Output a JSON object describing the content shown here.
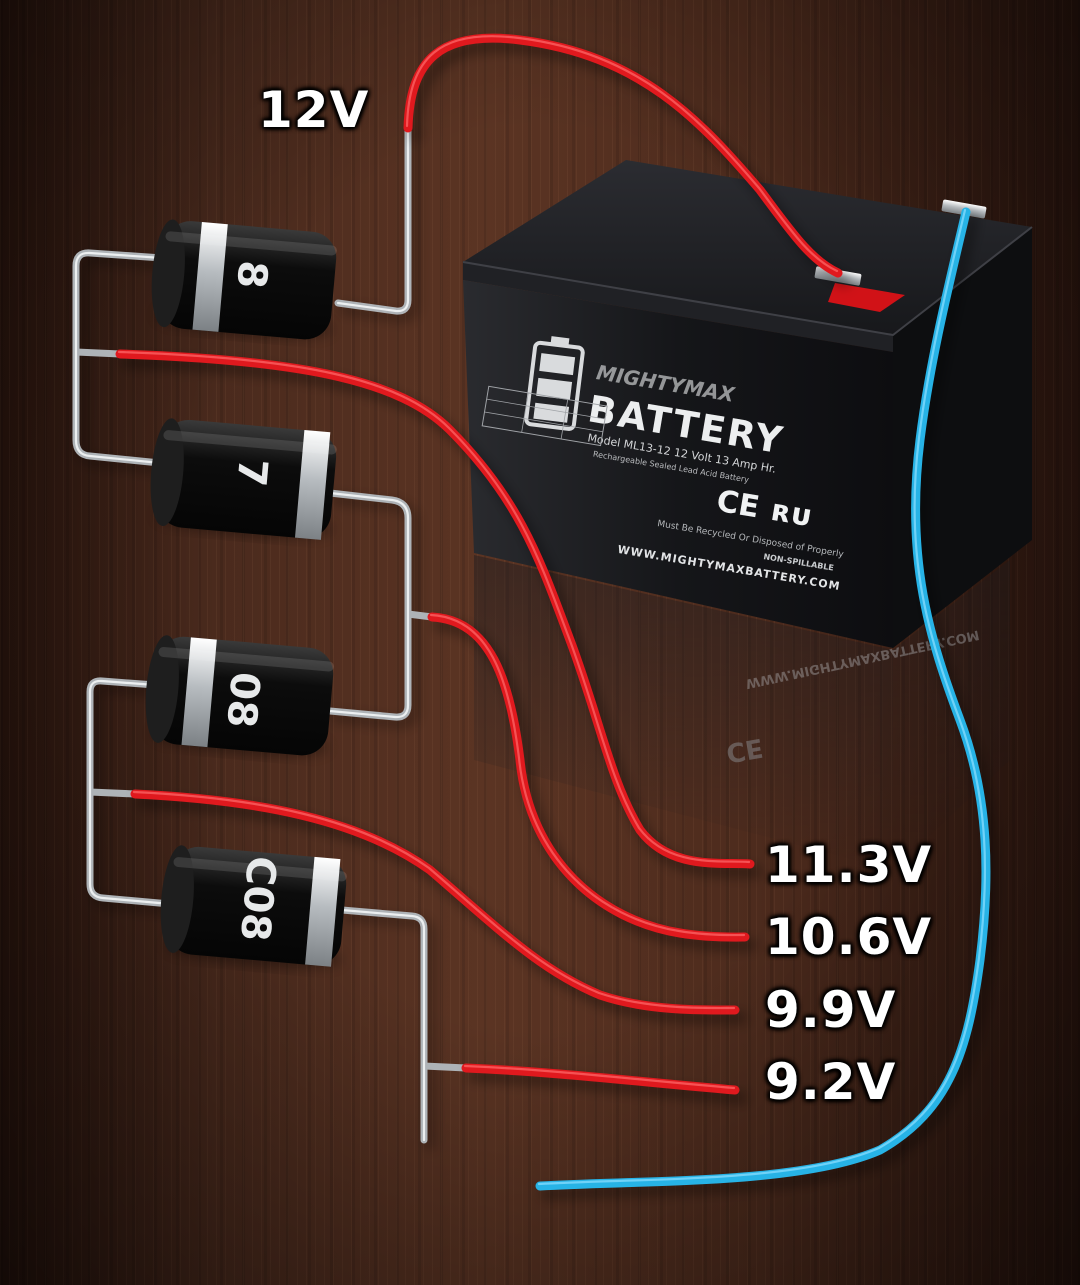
{
  "battery": {
    "brand_word": "BATTERY",
    "model_text": "Model ML13-12  12 Volt 13 Amp Hr.",
    "subtitle": "Rechargeable Sealed Lead Acid Battery",
    "website": "WWW.MIGHTYMAXBATTERY.COM",
    "non_spillable": "NON-SPILLABLE",
    "ce_mark": "CE",
    "recycle_note": "Must Be Recycled Or Disposed of Properly",
    "reflection_text": "WWW.MIGHTYMAXBATTERY.COM"
  },
  "diodes": [
    {
      "marking": "8"
    },
    {
      "marking": "7"
    },
    {
      "marking": "08"
    },
    {
      "marking": "C08"
    }
  ],
  "voltage_labels": {
    "input": "12V",
    "tap1": "11.3V",
    "tap2": "10.6V",
    "tap3": "9.9V",
    "tap4": "9.2V"
  },
  "colors": {
    "positive_wire": "#e0191e",
    "negative_wire": "#27b3e6",
    "diode_body": "#111111",
    "battery_case": "#141416",
    "silver_lead": "#cfd3d6"
  }
}
